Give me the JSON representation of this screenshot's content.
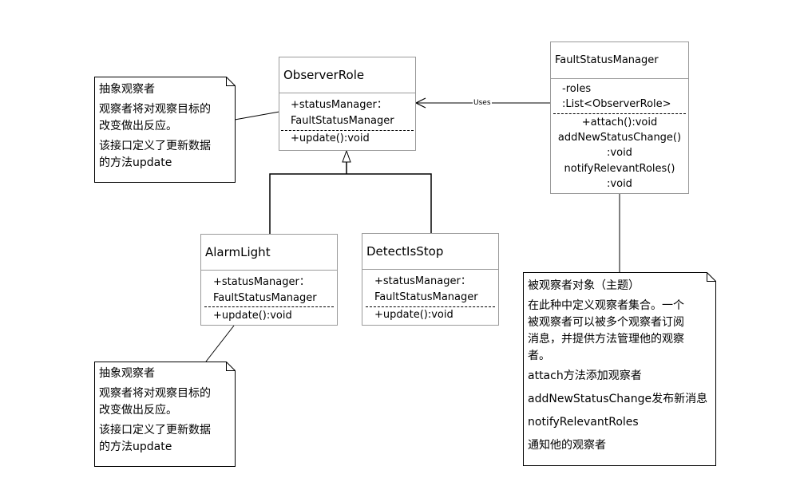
{
  "observer_role": {
    "name": "ObserverRole",
    "attr_line1": "+statusManager：",
    "attr_line2": "FaultStatusManager",
    "op": "+update():void"
  },
  "alarm_light": {
    "name": "AlarmLight",
    "attr_line1": "+statusManager：",
    "attr_line2": "FaultStatusManager",
    "op": "+update():void"
  },
  "detect_is_stop": {
    "name": "DetectIsStop",
    "attr_line1": "+statusManager：",
    "attr_line2": "FaultStatusManager",
    "op": "+update():void"
  },
  "fault_status_manager": {
    "name": "FaultStatusManager",
    "attr_line1": "-roles",
    "attr_line2": ":List<ObserverRole>",
    "op_line1": "+attach():void",
    "op_line2": "addNewStatusChange()",
    "op_line3": ":void",
    "op_line4": "notifyRelevantRoles()",
    "op_line5": ":void"
  },
  "uses_label": "Uses",
  "note_abstract_top": {
    "title": "抽象观察者",
    "line1": "观察者将对观察目标的",
    "line2": "改变做出反应。",
    "line3": "该接口定义了更新数据",
    "line4": "的方法update"
  },
  "note_abstract_bottom": {
    "title": "抽象观察者",
    "line1": "观察者将对观察目标的",
    "line2": "改变做出反应。",
    "line3": "该接口定义了更新数据",
    "line4": "的方法update"
  },
  "note_subject": {
    "title": "被观察者对象（主题）",
    "line1": "在此种中定义观察者集合。一个",
    "line2": "被观察者可以被多个观察者订阅",
    "line3": "消息，并提供方法管理他的观察",
    "line4": "者。",
    "line5": "attach方法添加观察者",
    "line6": "addNewStatusChange发布新消息",
    "line7": "notifyRelevantRoles",
    "line8": "通知他的观察者"
  }
}
